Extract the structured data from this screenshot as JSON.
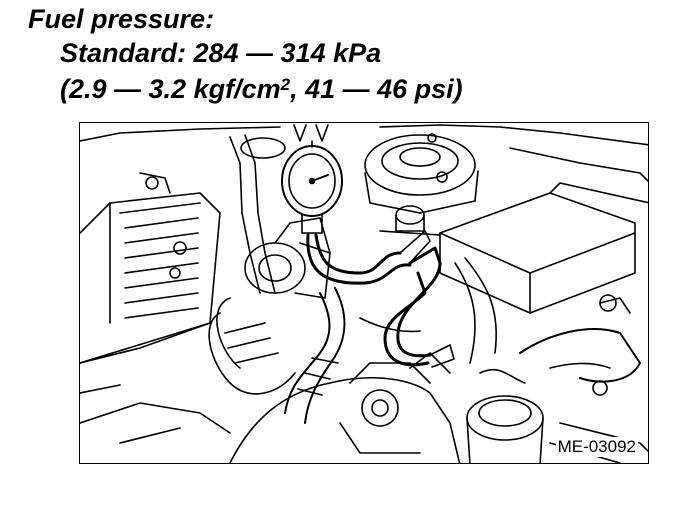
{
  "heading": "Fuel pressure:",
  "standard": "Standard: 284 — 314 kPa",
  "conversion_a": "(2.9 — 3.2 kgf/cm",
  "conversion_sup": "2",
  "conversion_b": ", 41 — 46 psi)",
  "figure_code": "ME-03092"
}
